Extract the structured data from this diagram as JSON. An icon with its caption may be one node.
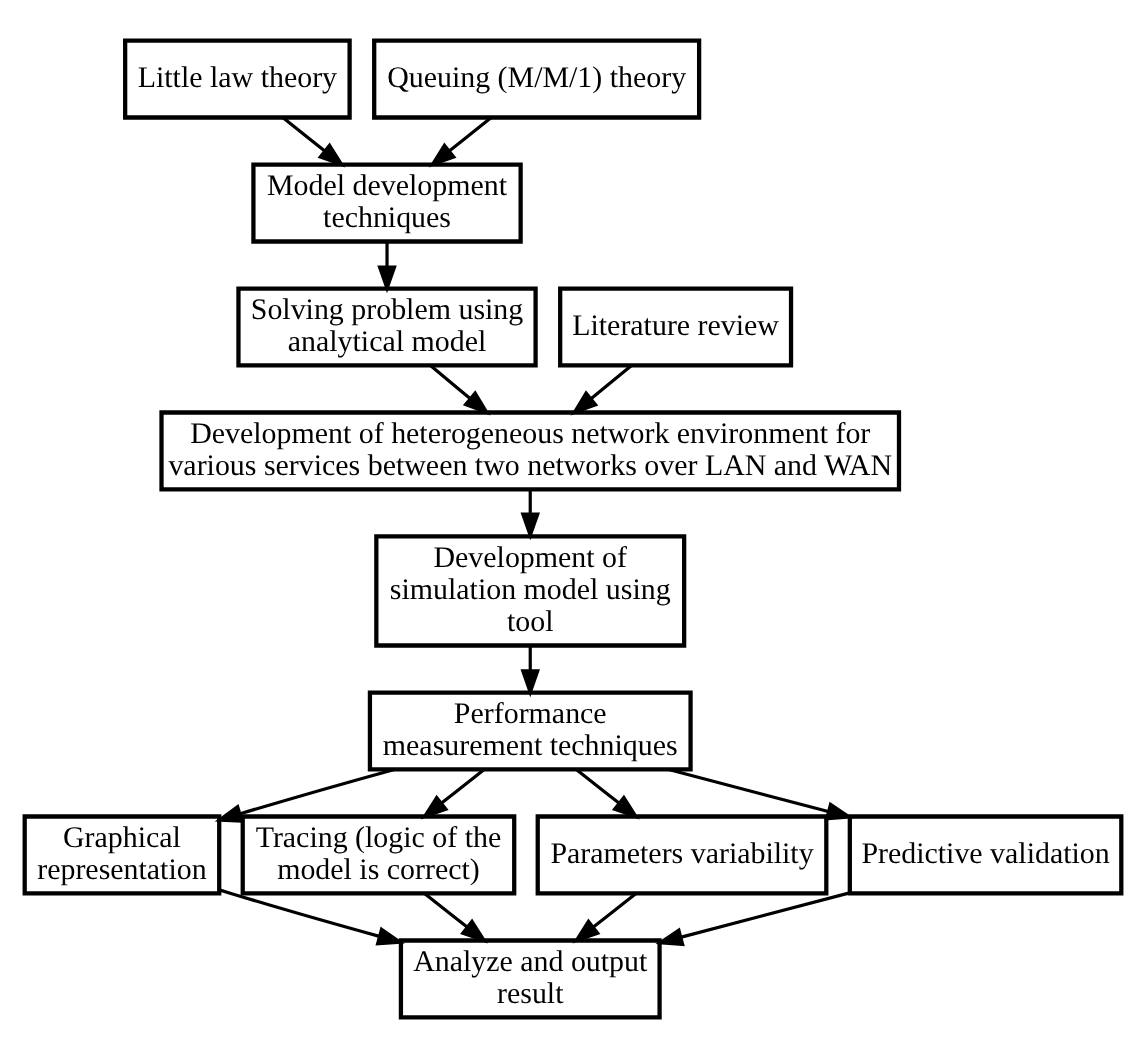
{
  "diagram": {
    "nodes": [
      {
        "text": [
          "Little law theory"
        ]
      },
      {
        "text": [
          "Queuing (M/M/1) theory"
        ]
      },
      {
        "text": [
          "Model development techniques"
        ]
      },
      {
        "text": [
          "Solving problem using analytical model"
        ]
      },
      {
        "text": [
          "Literature review"
        ]
      },
      {
        "text": [
          "Development of heterogeneous network environment for various services between two networks over LAN and WAN"
        ]
      },
      {
        "text": [
          "Development of simulation model using tool"
        ]
      },
      {
        "text": [
          "Performance measurement techniques"
        ]
      },
      {
        "text": [
          "Graphical representation"
        ]
      },
      {
        "text": [
          "Tracing (logic of the model is correct)"
        ]
      },
      {
        "text": [
          "Parameters variability"
        ]
      },
      {
        "text": [
          "Predictive validation"
        ]
      },
      {
        "text": [
          "Analyze and output result"
        ]
      }
    ],
    "edges": [
      {
        "from": 0,
        "to": 2,
        "arrow": "to"
      },
      {
        "from": 1,
        "to": 2,
        "arrow": "to"
      },
      {
        "from": 2,
        "to": 3,
        "arrow": "to"
      },
      {
        "from": 4,
        "to": 5,
        "arrow": "to"
      },
      {
        "from": 3,
        "to": 5,
        "arrow": "to"
      },
      {
        "from": 5,
        "to": 6,
        "arrow": "to"
      },
      {
        "from": 6,
        "to": 7,
        "arrow": "to"
      },
      {
        "from": 7,
        "to": 8,
        "arrow": "to"
      },
      {
        "from": 7,
        "to": 9,
        "arrow": "to"
      },
      {
        "from": 7,
        "to": 10,
        "arrow": "to"
      },
      {
        "from": 7,
        "to": 11,
        "arrow": "to"
      },
      {
        "from": 9,
        "to": 12,
        "arrow": "to"
      },
      {
        "from": 10,
        "to": 12,
        "arrow": "to"
      },
      {
        "from": 8,
        "to": 12,
        "arrow": "to"
      },
      {
        "from": 11,
        "to": 12,
        "arrow": "to"
      }
    ]
  }
}
